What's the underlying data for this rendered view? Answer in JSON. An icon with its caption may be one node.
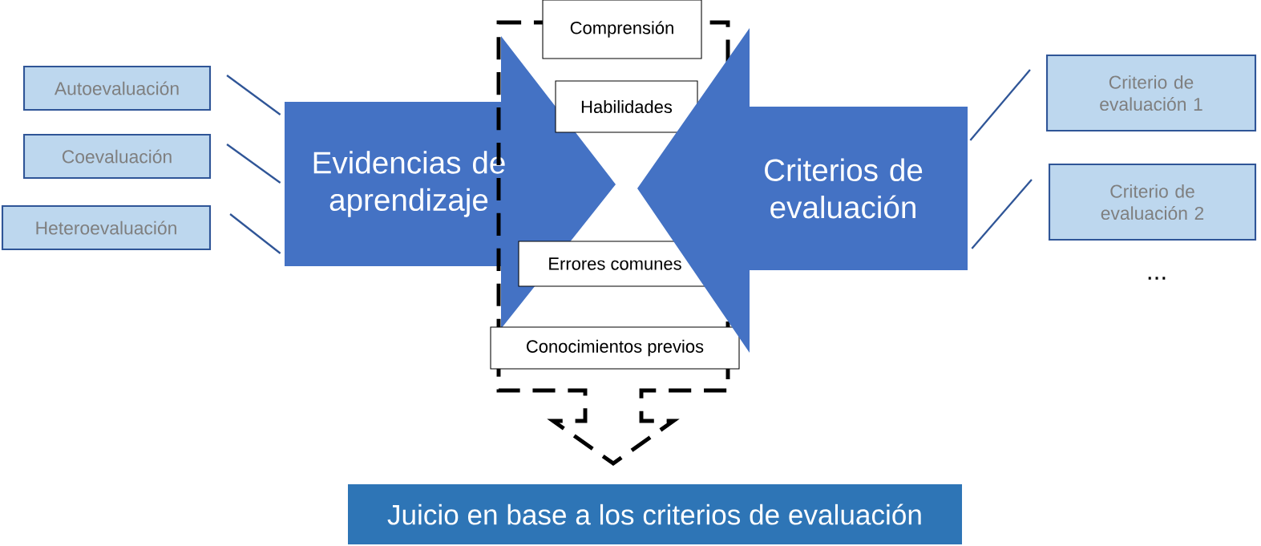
{
  "diagram": {
    "nodes": [
      {
        "text": [
          "Autoevaluación"
        ]
      },
      {
        "text": [
          "Coevaluación"
        ]
      },
      {
        "text": [
          "Heteroevaluación"
        ]
      },
      {
        "text": [
          "Evidencias de aprendizaje"
        ]
      },
      {
        "text": [],
        "shape": "arrow"
      },
      {
        "text": [
          "Comprensión"
        ]
      },
      {
        "text": [
          "Habilidades"
        ],
        "in": 4
      },
      {
        "text": [
          "Errores comunes"
        ],
        "in": 4
      },
      {
        "text": [
          "Conocimientos previos"
        ]
      },
      {
        "text": [
          "Criterios de evaluación"
        ]
      },
      {
        "text": [
          "Criterio de evaluación 1"
        ]
      },
      {
        "text": [
          "Criterio de evaluación 2"
        ]
      },
      {
        "text": [
          "Juicio en base a los criterios de evaluación"
        ]
      }
    ],
    "edges": [
      {
        "from": 0,
        "to": 3,
        "arrow": "none"
      },
      {
        "from": 1,
        "to": 3,
        "arrow": "none"
      },
      {
        "from": 2,
        "to": 3,
        "arrow": "none"
      },
      {
        "from": 9,
        "to": 10,
        "arrow": "none"
      },
      {
        "from": 9,
        "to": 11,
        "arrow": "none"
      }
    ],
    "labels": [
      "..."
    ]
  }
}
